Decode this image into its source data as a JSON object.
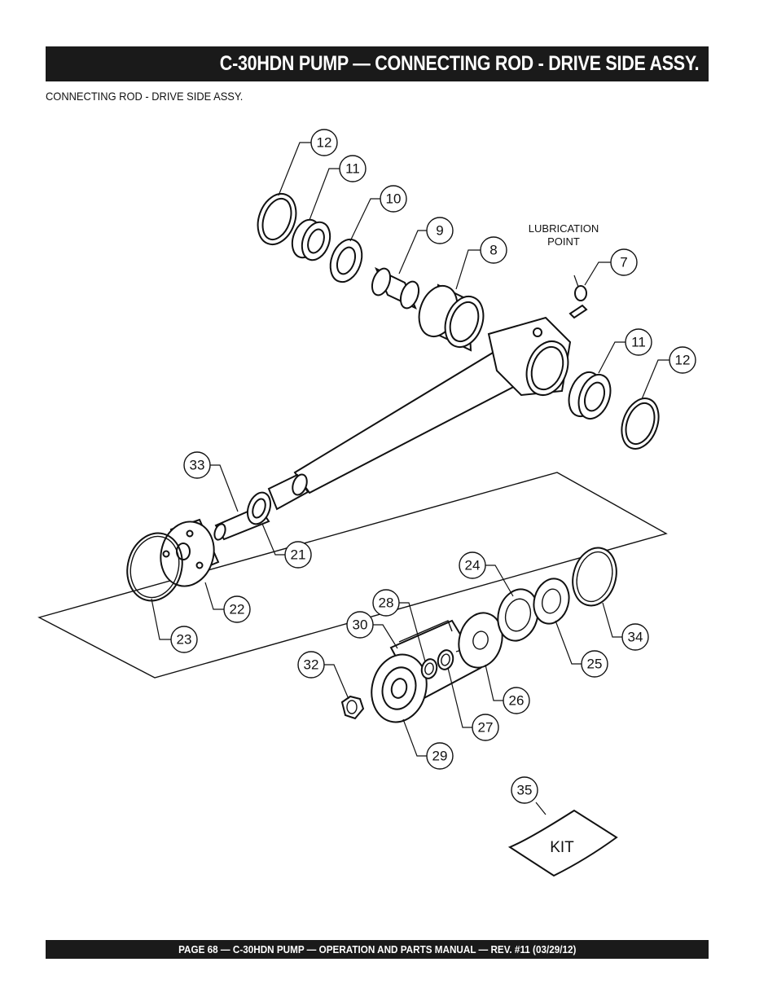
{
  "header": {
    "title": "C-30HDN PUMP — CONNECTING ROD - DRIVE SIDE ASSY."
  },
  "subtitle": "CONNECTING ROD - DRIVE SIDE ASSY.",
  "footer": {
    "text": "PAGE 68 — C-30HDN PUMP — OPERATION AND PARTS MANUAL — REV. #11 (03/29/12)"
  },
  "diagram": {
    "lubrication_label": [
      "LUBRICATION",
      "POINT"
    ],
    "kit_label": "KIT",
    "callouts": [
      "12",
      "11",
      "10",
      "9",
      "8",
      "7",
      "11",
      "12",
      "33",
      "21",
      "22",
      "23",
      "24",
      "34",
      "25",
      "28",
      "30",
      "32",
      "26",
      "27",
      "29",
      "35"
    ]
  }
}
